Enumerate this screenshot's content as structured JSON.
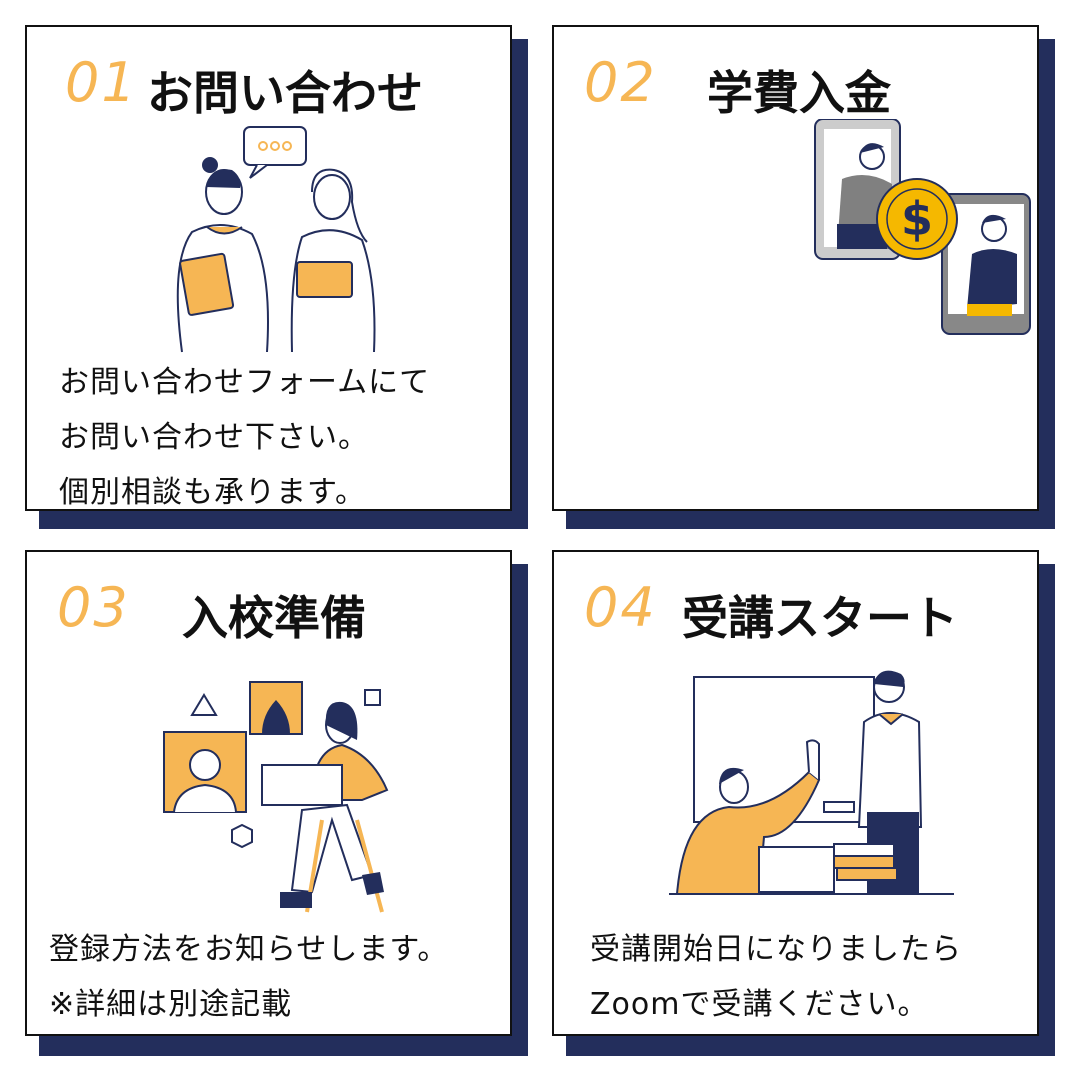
{
  "steps": [
    {
      "number": "01",
      "title": "お問い合わせ",
      "lines": [
        "お問い合わせフォームにて",
        "お問い合わせ下さい。",
        "個別相談も承ります。"
      ]
    },
    {
      "number": "02",
      "title": "学費入金",
      "lines": []
    },
    {
      "number": "03",
      "title": "入校準備",
      "lines": [
        "登録方法をお知らせします。",
        "※詳細は別途記載"
      ]
    },
    {
      "number": "04",
      "title": "受講スタート",
      "lines": [
        "受講開始日になりましたら",
        "Zoomで受講ください。"
      ]
    }
  ],
  "colors": {
    "accent": "#f6b654",
    "shadow": "#232e5c",
    "text": "#111111"
  }
}
